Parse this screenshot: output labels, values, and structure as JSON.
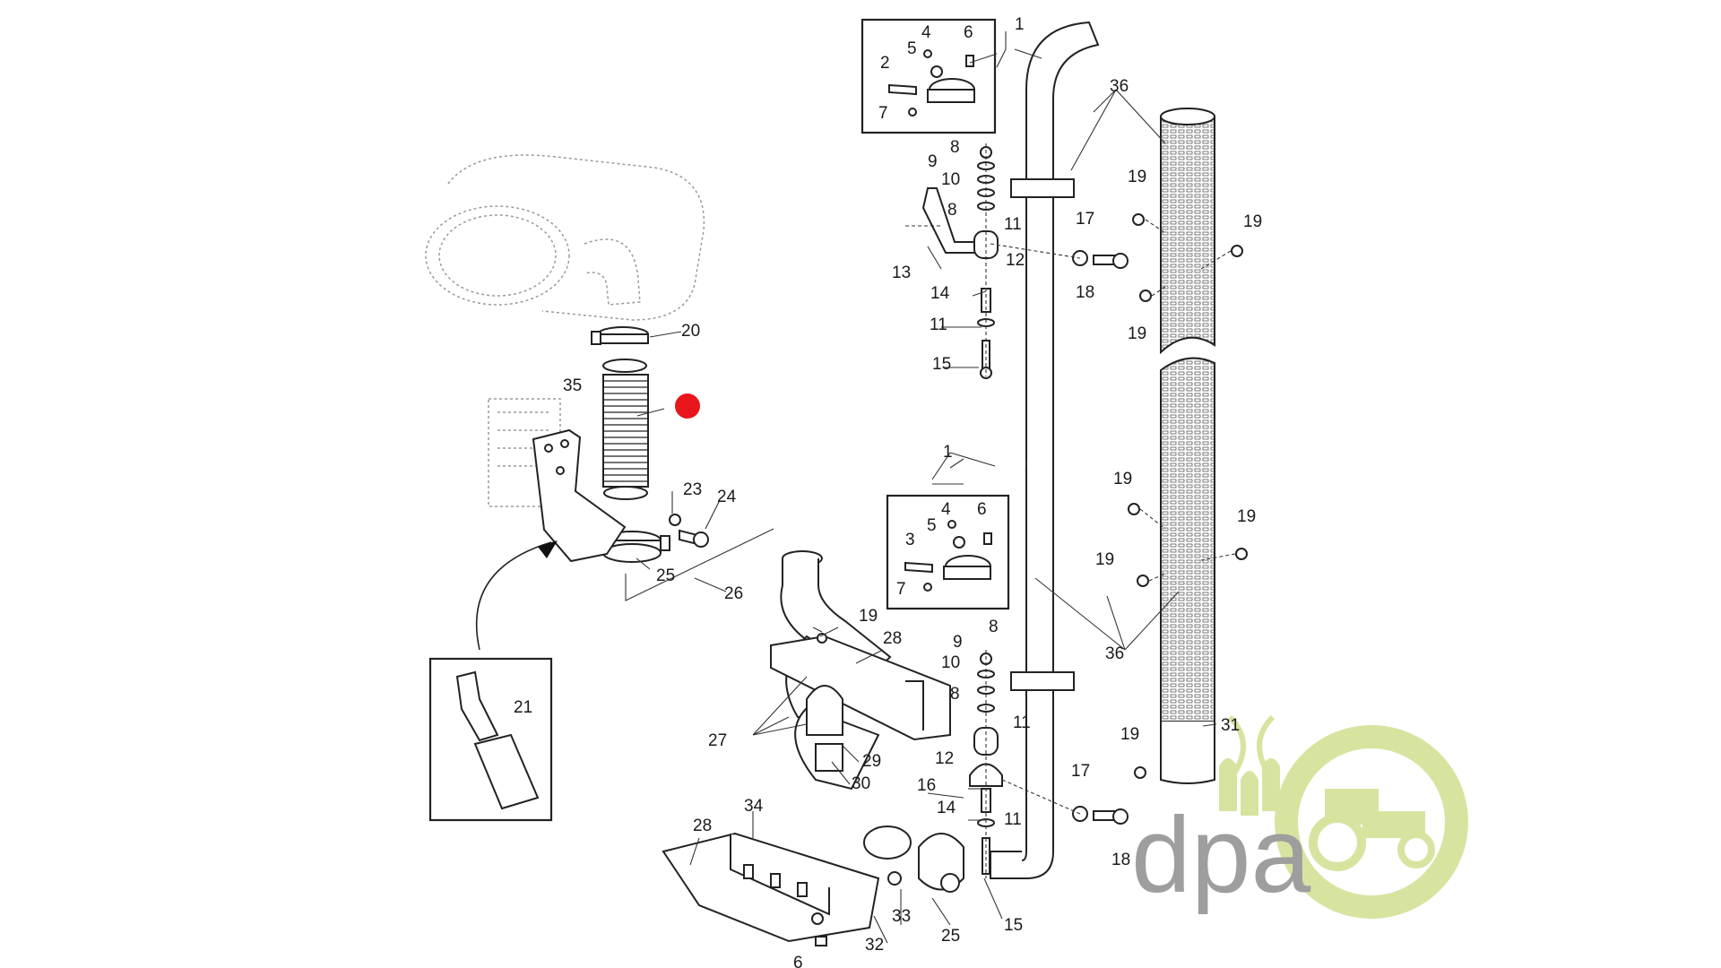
{
  "diagram": {
    "callouts": {
      "c1a": "1",
      "c1b": "1",
      "c2": "2",
      "c3": "3",
      "c4a": "4",
      "c4b": "4",
      "c5a": "5",
      "c5b": "5",
      "c6a": "6",
      "c6b": "6",
      "c6c": "6",
      "c7a": "7",
      "c7b": "7",
      "c8a": "8",
      "c8b": "8",
      "c8c": "8",
      "c8d": "8",
      "c9a": "9",
      "c9b": "9",
      "c10a": "10",
      "c10b": "10",
      "c11a": "11",
      "c11b": "11",
      "c11c": "11",
      "c11d": "11",
      "c12a": "12",
      "c12b": "12",
      "c13": "13",
      "c14a": "14",
      "c14b": "14",
      "c15a": "15",
      "c15b": "15",
      "c16": "16",
      "c17a": "17",
      "c17b": "17",
      "c18a": "18",
      "c18b": "18",
      "c19a": "19",
      "c19b": "19",
      "c19c": "19",
      "c19d": "19",
      "c19e": "19",
      "c19f": "19",
      "c19g": "19",
      "c19h": "19",
      "c20": "20",
      "c21": "21",
      "c23": "23",
      "c24": "24",
      "c25a": "25",
      "c25b": "25",
      "c26": "26",
      "c27": "27",
      "c28a": "28",
      "c28b": "28",
      "c29": "29",
      "c30": "30",
      "c31": "31",
      "c32": "32",
      "c33": "33",
      "c34": "34",
      "c35": "35",
      "c36a": "36",
      "c36b": "36"
    },
    "highlight_marker_color": "#e8151b"
  },
  "watermark": {
    "text": "dpa",
    "text_color": "#9e9e9e",
    "gear_color": "#d6e4a0",
    "wheat_color": "#d6e4a0"
  }
}
